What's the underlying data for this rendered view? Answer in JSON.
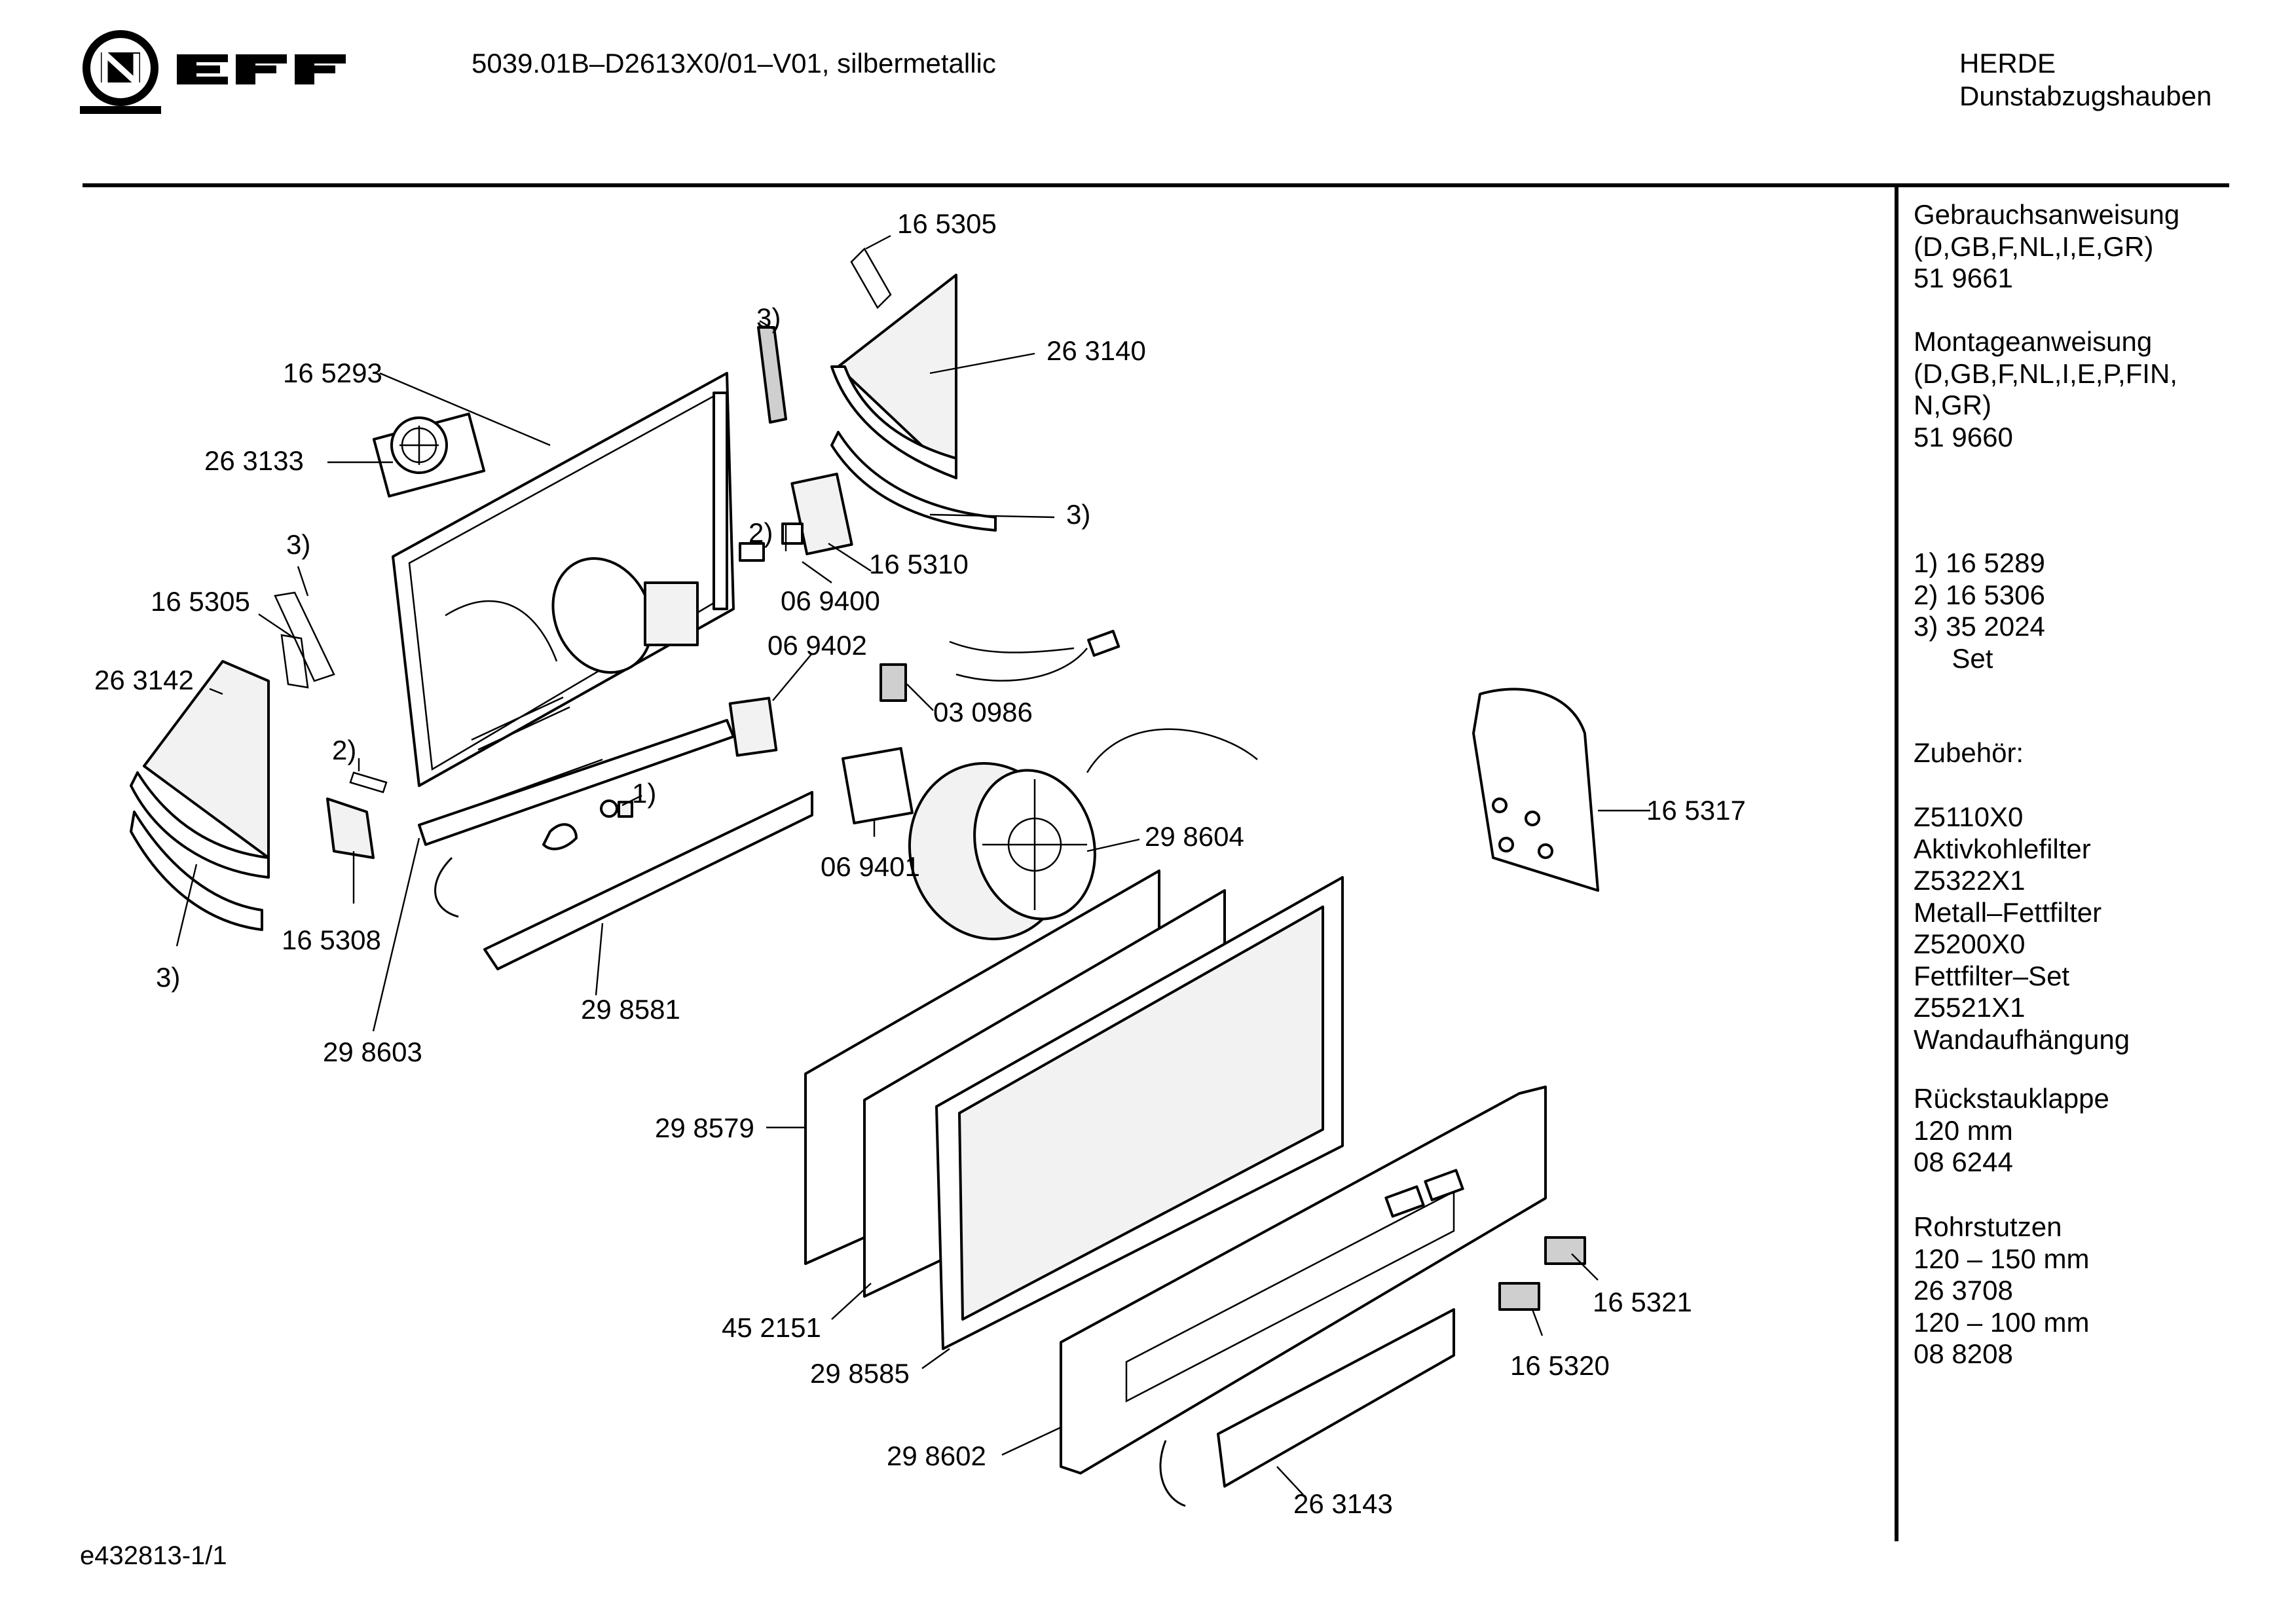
{
  "brand": {
    "name": "NEFF"
  },
  "header": {
    "model_line": "5039.01B–D2613X0/01–V01, silbermetallic",
    "maker": "HERDE",
    "category": "Dunstabzugshauben"
  },
  "sidebar": {
    "blocks": [
      {
        "lines": [
          "Gebrauchsanweisung",
          "(D,GB,F,NL,I,E,GR)",
          "51 9661"
        ]
      },
      {
        "lines": [
          "Montageanweisung",
          "(D,GB,F,NL,I,E,P,FIN,",
          "N,GR)",
          "51 9660"
        ]
      },
      {
        "lines": [
          "1) 16 5289",
          "2) 16 5306",
          "3) 35 2024",
          "     Set"
        ]
      },
      {
        "lines": [
          "Zubehör:"
        ]
      },
      {
        "lines": [
          "Z5110X0",
          "Aktivkohlefilter",
          "Z5322X1",
          "Metall–Fettfilter",
          "Z5200X0",
          "Fettfilter–Set",
          "Z5521X1",
          "Wandaufhängung"
        ]
      },
      {
        "lines": [
          "Rückstauklappe",
          "120 mm",
          "08 6244"
        ]
      },
      {
        "lines": [
          "Rohrstutzen",
          "120 – 150 mm",
          "26 3708",
          "120 – 100 mm",
          "08 8208"
        ]
      }
    ]
  },
  "callouts": [
    {
      "id": "c01",
      "text": "16 5305"
    },
    {
      "id": "c02",
      "text": "3)"
    },
    {
      "id": "c03",
      "text": "26 3140"
    },
    {
      "id": "c04",
      "text": "16 5293"
    },
    {
      "id": "c05",
      "text": "26 3133"
    },
    {
      "id": "c06",
      "text": "3)"
    },
    {
      "id": "c07",
      "text": "2)"
    },
    {
      "id": "c08",
      "text": "16 5310"
    },
    {
      "id": "c09",
      "text": "06 9400"
    },
    {
      "id": "c10",
      "text": "3)"
    },
    {
      "id": "c11",
      "text": "16 5305"
    },
    {
      "id": "c12",
      "text": "06 9402"
    },
    {
      "id": "c13",
      "text": "26 3142"
    },
    {
      "id": "c14",
      "text": "03 0986"
    },
    {
      "id": "c15",
      "text": "2)"
    },
    {
      "id": "c16",
      "text": "1)"
    },
    {
      "id": "c17",
      "text": "16 5317"
    },
    {
      "id": "c18",
      "text": "29 8604"
    },
    {
      "id": "c19",
      "text": "06 9401"
    },
    {
      "id": "c20",
      "text": "16 5308"
    },
    {
      "id": "c21",
      "text": "3)"
    },
    {
      "id": "c22",
      "text": "29 8581"
    },
    {
      "id": "c23",
      "text": "29 8603"
    },
    {
      "id": "c24",
      "text": "29 8579"
    },
    {
      "id": "c25",
      "text": "16 5321"
    },
    {
      "id": "c26",
      "text": "45 2151"
    },
    {
      "id": "c27",
      "text": "16 5320"
    },
    {
      "id": "c28",
      "text": "29 8585"
    },
    {
      "id": "c29",
      "text": "29 8602"
    },
    {
      "id": "c30",
      "text": "26 3143"
    }
  ],
  "footer": {
    "drawing_id": "e432813-1/1"
  }
}
